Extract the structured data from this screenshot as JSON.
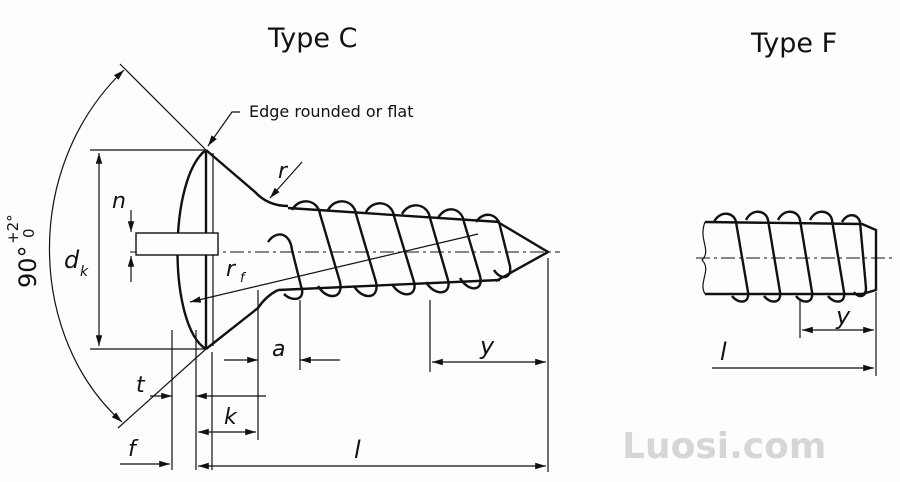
{
  "figure": {
    "type_c_title": "Type C",
    "type_f_title": "Type F",
    "note_edge": "Edge rounded or flat",
    "angle_label": "90°",
    "angle_tol_upper": "+2°",
    "angle_tol_lower": "0",
    "dims": {
      "r": "r",
      "n": "n",
      "dk": "d",
      "dk_sub": "k",
      "rf": "r",
      "rf_sub": "f",
      "a": "a",
      "y": "y",
      "t": "t",
      "k": "k",
      "f": "f",
      "l": "l",
      "yF": "y",
      "lF": "l"
    },
    "watermark": "Luosi.com"
  },
  "colors": {
    "ink": "#111111",
    "paper": "#fdfdfb",
    "watermark": "#d6d6d6"
  }
}
